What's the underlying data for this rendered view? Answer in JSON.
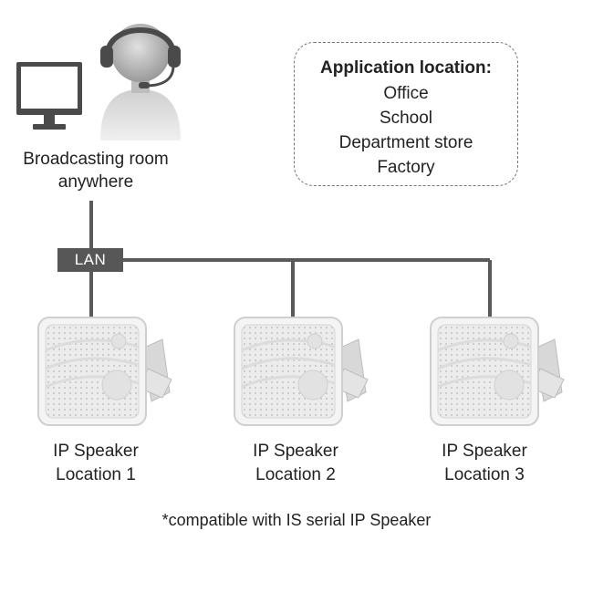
{
  "broadcast": {
    "label_line1": "Broadcasting room",
    "label_line2": "anywhere"
  },
  "application": {
    "title": "Application location:",
    "items": [
      "Office",
      "School",
      "Department store",
      "Factory"
    ]
  },
  "network": {
    "label": "LAN"
  },
  "speakers": [
    {
      "line1": "IP Speaker",
      "line2": "Location 1"
    },
    {
      "line1": "IP Speaker",
      "line2": "Location 2"
    },
    {
      "line1": "IP Speaker",
      "line2": "Location 3"
    }
  ],
  "footnote": "*compatible with IS serial IP Speaker",
  "colors": {
    "line": "#5a5a5a",
    "lan_bg": "#575757",
    "speaker_body": "#ececec"
  },
  "icons": [
    "monitor-icon",
    "operator-headset-icon",
    "ip-speaker-icon"
  ]
}
